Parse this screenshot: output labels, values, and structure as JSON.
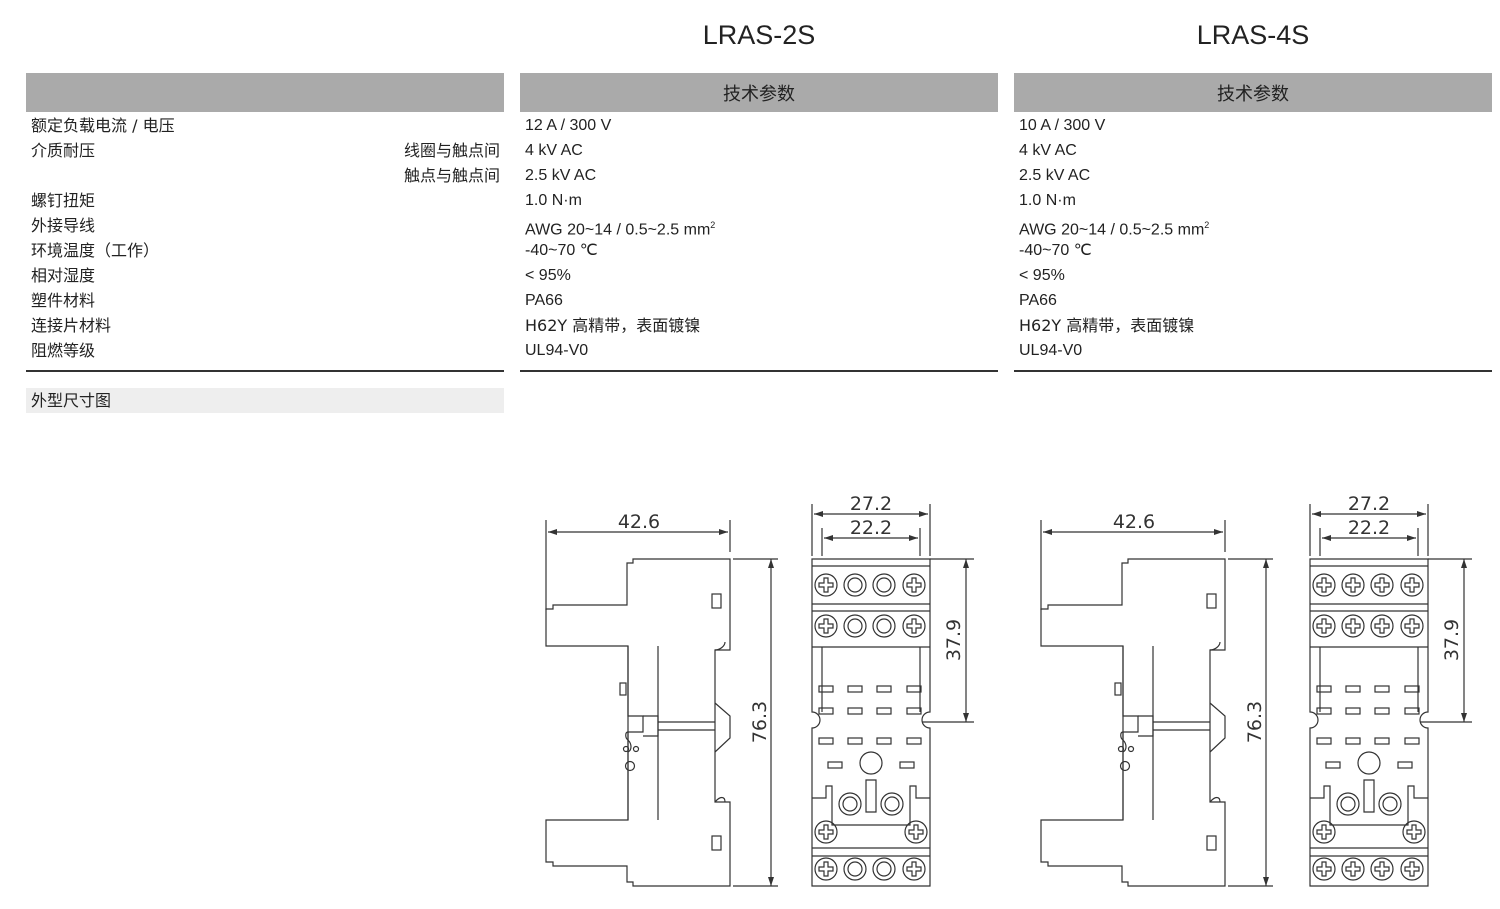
{
  "models": [
    {
      "name": "LRAS-2S",
      "header": "技术参数",
      "values": [
        "12 A / 300 V",
        "4 kV AC",
        "2.5 kV AC",
        "1.0 N·m",
        "AWG 20~14 / 0.5~2.5 mm",
        "-40~70 ℃",
        "< 95%",
        "PA66",
        "H62Y 高精带，表面镀镍",
        "UL94-V0"
      ],
      "wire_superscript": "2",
      "drawing": {
        "width": "42.6",
        "height": "76.3",
        "outer_width": "27.2",
        "inner_width": "22.2",
        "terminal_height": "37.9",
        "top_terminals": [
          "screw",
          "round",
          "round",
          "screw"
        ]
      }
    },
    {
      "name": "LRAS-4S",
      "header": "技术参数",
      "values": [
        "10 A / 300 V",
        "4 kV AC",
        "2.5 kV AC",
        "1.0 N·m",
        "AWG 20~14 / 0.5~2.5 mm",
        "-40~70 ℃",
        "< 95%",
        "PA66",
        "H62Y 高精带，表面镀镍",
        "UL94-V0"
      ],
      "wire_superscript": "2",
      "drawing": {
        "width": "42.6",
        "height": "76.3",
        "outer_width": "27.2",
        "inner_width": "22.2",
        "terminal_height": "37.9",
        "top_terminals": [
          "screw",
          "screw",
          "screw",
          "screw"
        ]
      }
    }
  ],
  "labels": [
    {
      "label": "额定负载电流 / 电压",
      "sub": ""
    },
    {
      "label": "介质耐压",
      "sub": "线圈与触点间"
    },
    {
      "label": "",
      "sub": "触点与触点间"
    },
    {
      "label": "螺钉扭矩",
      "sub": ""
    },
    {
      "label": "外接导线",
      "sub": ""
    },
    {
      "label": "环境温度（工作）",
      "sub": ""
    },
    {
      "label": "相对湿度",
      "sub": ""
    },
    {
      "label": "塑件材料",
      "sub": ""
    },
    {
      "label": "连接片材料",
      "sub": ""
    },
    {
      "label": "阻燃等级",
      "sub": ""
    }
  ],
  "dimension_section": "外型尺寸图",
  "colors": {
    "header_bg": "#aaaaaa",
    "section_bg": "#eeeeee",
    "rule": "#333333"
  }
}
